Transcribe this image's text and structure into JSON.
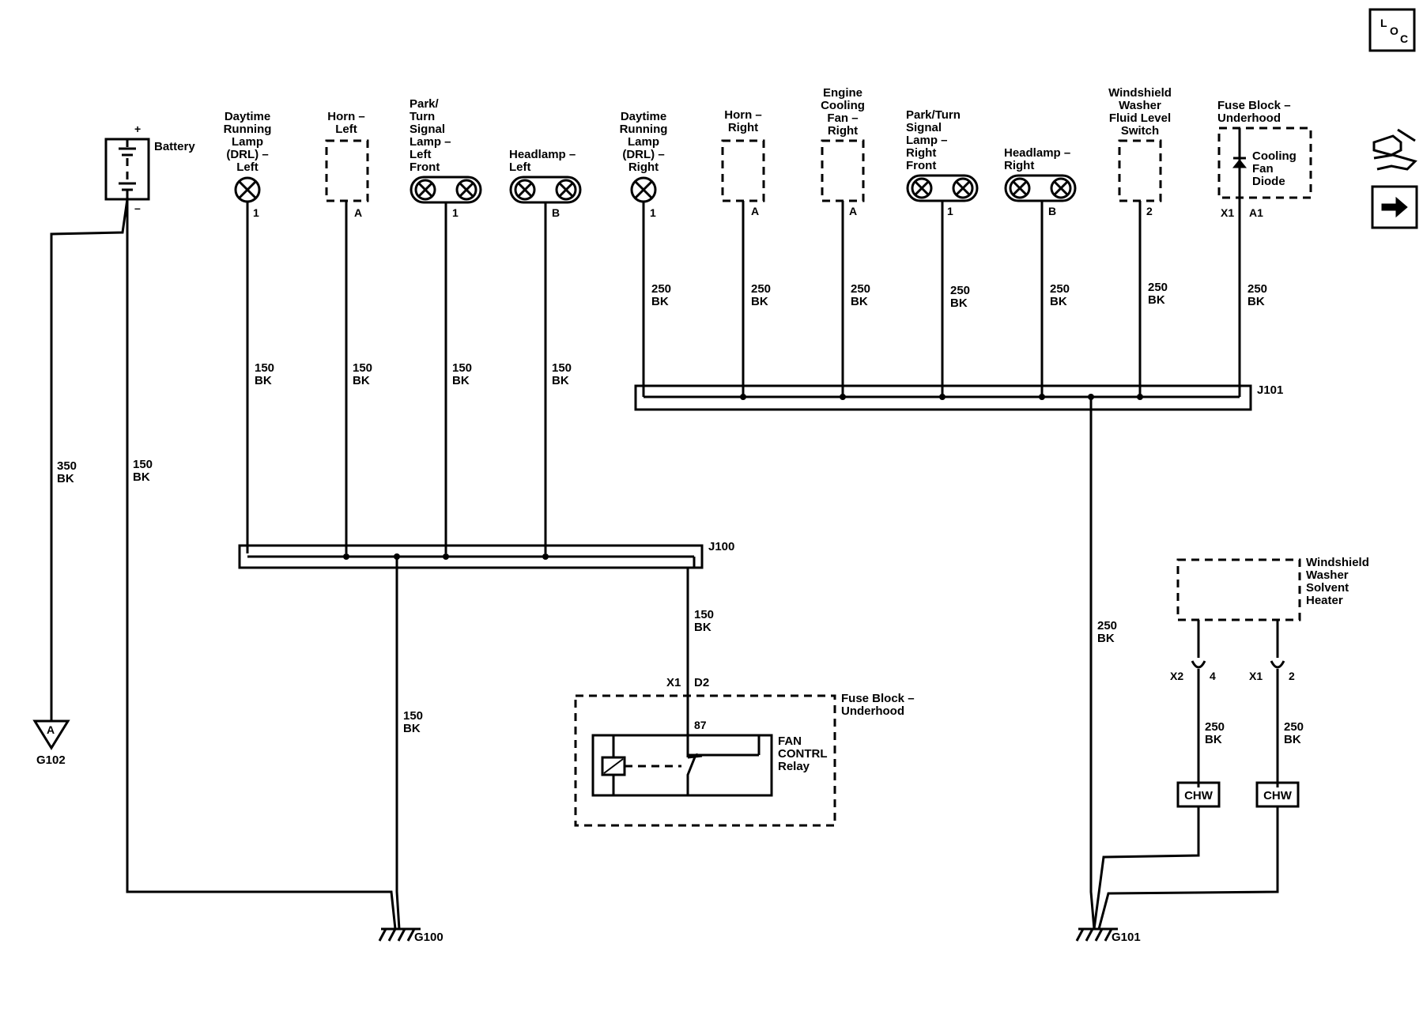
{
  "nav": {
    "loc_top": "L",
    "loc_mid": "O",
    "loc_bottom": "C",
    "repair_icon": "connector-repair-icon",
    "next_icon": "right-arrow-icon"
  },
  "battery": {
    "label": "Battery",
    "plus": "+",
    "minus": "–",
    "wire_ground_size": "350",
    "wire_ground_color": "BK",
    "wire_g100_size": "150",
    "wire_g100_color": "BK",
    "ground": "G102",
    "ground_ref": "A"
  },
  "left_components": [
    {
      "label": [
        "Daytime",
        "Running",
        "Lamp",
        "(DRL) –",
        "Left"
      ],
      "pin": "1",
      "size": "150",
      "color": "BK"
    },
    {
      "label": [
        "Horn –",
        "Left"
      ],
      "pin": "A",
      "size": "150",
      "color": "BK"
    },
    {
      "label": [
        "Park/",
        "Turn",
        "Signal",
        "Lamp –",
        "Left",
        "Front"
      ],
      "pin": "1",
      "size": "150",
      "color": "BK"
    },
    {
      "label": [
        "Headlamp –",
        "Left"
      ],
      "pin": "B",
      "size": "150",
      "color": "BK"
    }
  ],
  "right_components": [
    {
      "label": [
        "Daytime",
        "Running",
        "Lamp",
        "(DRL) –",
        "Right"
      ],
      "pin": "1",
      "size": "250",
      "color": "BK"
    },
    {
      "label": [
        "Horn –",
        "Right"
      ],
      "pin": "A",
      "size": "250",
      "color": "BK"
    },
    {
      "label": [
        "Engine",
        "Cooling",
        "Fan –",
        "Right"
      ],
      "pin": "A",
      "size": "250",
      "color": "BK"
    },
    {
      "label": [
        "Park/Turn",
        "Signal",
        "Lamp –",
        "Right",
        "Front"
      ],
      "pin": "1",
      "size": "250",
      "color": "BK"
    },
    {
      "label": [
        "Headlamp –",
        "Right"
      ],
      "pin": "B",
      "size": "250",
      "color": "BK"
    },
    {
      "label": [
        "Windshield",
        "Washer",
        "Fluid Level",
        "Switch"
      ],
      "pin": "2",
      "size": "250",
      "color": "BK"
    },
    {
      "label": [
        "Fuse Block –",
        "Underhood"
      ],
      "inner": [
        "Cooling",
        "Fan",
        "Diode"
      ],
      "connector": "X1",
      "pin": "A1",
      "size": "250",
      "color": "BK"
    }
  ],
  "splices": {
    "j100": "J100",
    "j101": "J101"
  },
  "j100_out": {
    "size": "150",
    "color": "BK"
  },
  "j100_ground": {
    "size": "150",
    "color": "BK",
    "ground": "G100"
  },
  "j101_ground": {
    "size": "250",
    "color": "BK",
    "ground": "G101"
  },
  "fan_relay": {
    "connector": "X1",
    "pin": "D2",
    "terminal": "87",
    "block_label": [
      "Fuse Block –",
      "Underhood"
    ],
    "relay_label": [
      "FAN",
      "CONTRL",
      "Relay"
    ]
  },
  "washer_heater": {
    "label": [
      "Windshield",
      "Washer",
      "Solvent",
      "Heater"
    ],
    "left": {
      "connector": "X2",
      "pin": "4",
      "size": "250",
      "color": "BK",
      "inline": "CHW"
    },
    "right": {
      "connector": "X1",
      "pin": "2",
      "size": "250",
      "color": "BK",
      "inline": "CHW"
    }
  }
}
